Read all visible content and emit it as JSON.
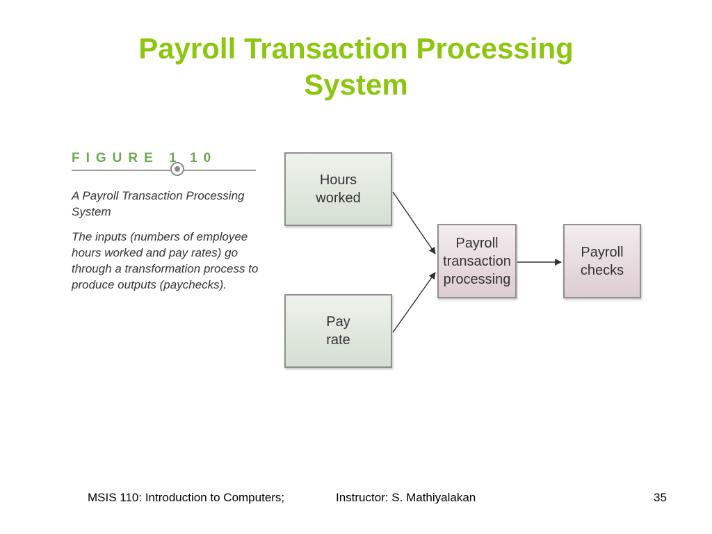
{
  "slide": {
    "title_line1": "Payroll Transaction Processing",
    "title_line2": "System",
    "title_color": "#8cc60f"
  },
  "figure": {
    "label_part1": "FIGURE 1",
    "label_part2": "10",
    "caption_title": "A Payroll Transaction Processing System",
    "caption_body": "The inputs (numbers of employee hours worked and pay rates) go through a transformation process to produce outputs (paychecks)."
  },
  "diagram": {
    "inputs": [
      {
        "line1": "Hours",
        "line2": "worked"
      },
      {
        "line1": "Pay",
        "line2": "rate"
      }
    ],
    "process": {
      "line1": "Payroll",
      "line2": "transaction",
      "line3": "processing"
    },
    "output": {
      "line1": "Payroll",
      "line2": "checks"
    },
    "input_box_color": "#dfe7dd",
    "process_box_color": "#e5d9dc"
  },
  "footer": {
    "course": "MSIS 110: Introduction to Computers;",
    "instructor": "Instructor: S. Mathiyalakan",
    "page_number": "35"
  }
}
